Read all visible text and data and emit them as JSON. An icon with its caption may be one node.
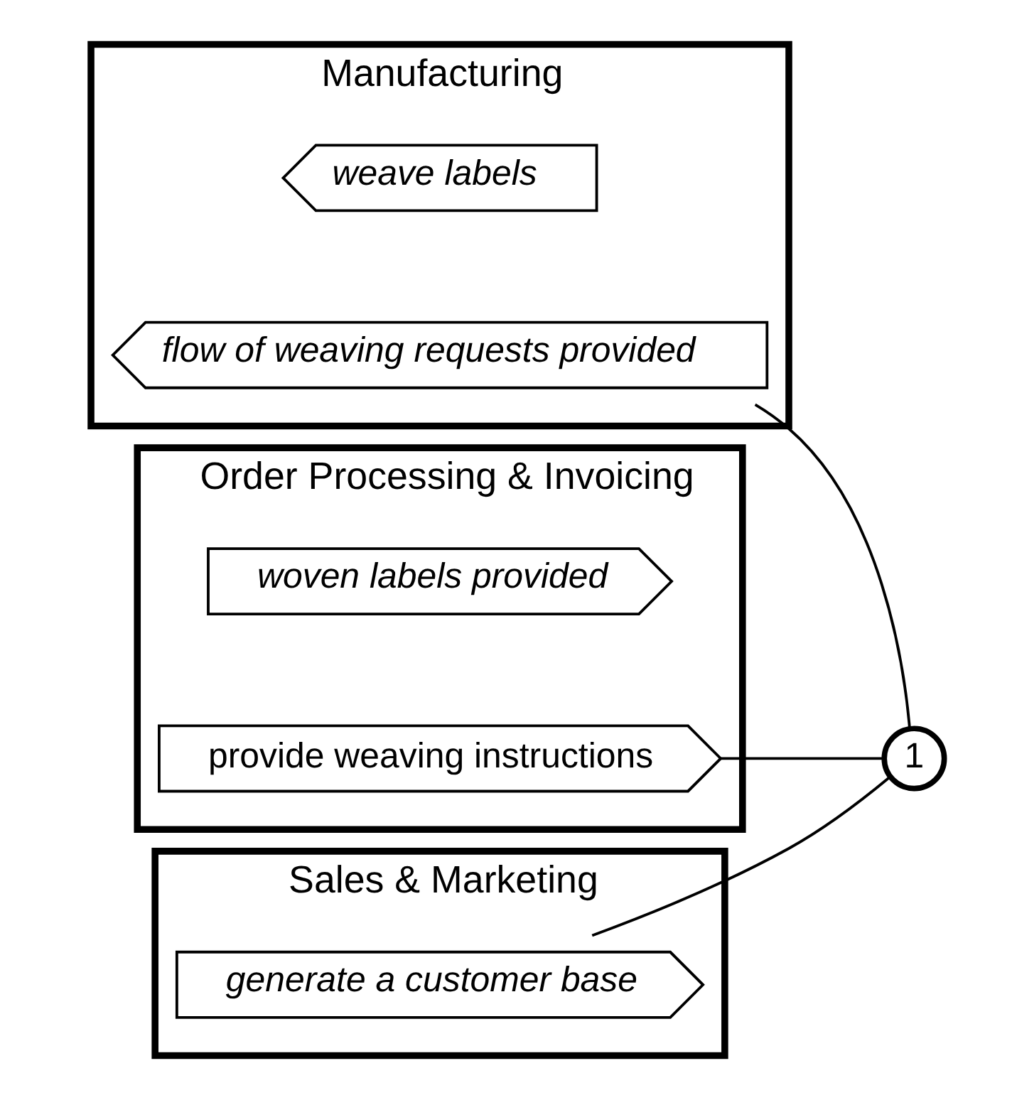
{
  "diagram": {
    "nodes": [
      {
        "text": [
          "Manufacturing"
        ]
      },
      {
        "text": [
          "weave labels"
        ],
        "in": 0
      },
      {
        "text": [
          "flow of weaving requests provided"
        ],
        "in": 0
      },
      {
        "text": [
          "Order Processing & Invoicing"
        ]
      },
      {
        "text": [
          "woven labels provided"
        ],
        "in": 3
      },
      {
        "text": [
          "provide weaving instructions"
        ],
        "in": 3
      },
      {
        "text": [
          "Sales & Marketing"
        ]
      },
      {
        "text": [
          "generate a customer base"
        ],
        "in": 6
      },
      {
        "text": [
          "1"
        ]
      }
    ],
    "edges": [
      {
        "from": 2,
        "to": 8,
        "arrow": "none"
      },
      {
        "from": 5,
        "to": 8,
        "arrow": "none"
      },
      {
        "from": 7,
        "to": 8,
        "arrow": "none"
      }
    ]
  }
}
